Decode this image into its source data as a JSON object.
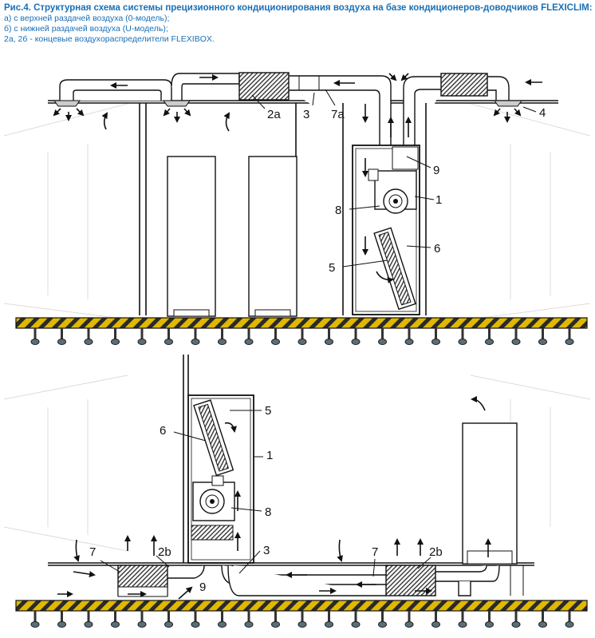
{
  "caption": {
    "title": "Рис.4. Структурная схема системы прецизионного кондиционирования воздуха на базе кондиционеров-доводчиков FLEXICLIM:",
    "lines": [
      "а) с верхней раздачей воздуха (0-модель);",
      "б) с нижней раздачей воздуха (U-модель);",
      "2а, 2б - концевые воздухораспределители FLEXIBOX."
    ],
    "color": "#1a6fb5"
  },
  "diagram_top": {
    "labels": {
      "l_2a": "2a",
      "l_3": "3",
      "l_7a": "7a",
      "l_4": "4",
      "l_9": "9",
      "l_1": "1",
      "l_8": "8",
      "l_6": "6",
      "l_5": "5"
    }
  },
  "diagram_bottom": {
    "labels": {
      "l_5": "5",
      "l_6": "6",
      "l_1": "1",
      "l_8": "8",
      "l_7_left": "7",
      "l_2b_left": "2b",
      "l_3": "3",
      "l_7_right": "7",
      "l_2b_right": "2b",
      "l_9": "9"
    }
  },
  "colors": {
    "floor_hatch_a": "#e0b800",
    "floor_hatch_b": "#2a2a2a",
    "line": "#111111",
    "dark_unit": "#3a3a3a"
  },
  "icons": [
    "arrow-icon",
    "floor-support-icon",
    "fan-icon",
    "coil-icon",
    "diffuser-icon"
  ]
}
